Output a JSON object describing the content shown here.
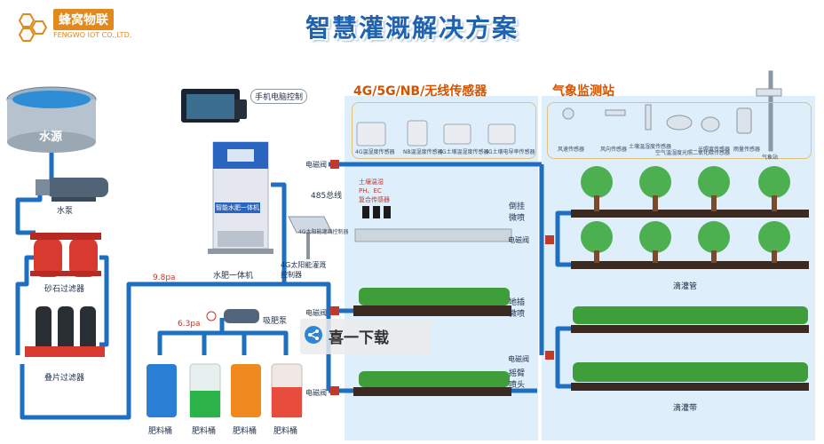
{
  "title": "智慧灌溉解决方案",
  "logo": {
    "cn": "蜂窝物联",
    "en": "FENGWO IOT CO.,LTD."
  },
  "left": {
    "water_source": "水源",
    "pump": "水泵",
    "sand_filter": "砂石过滤器",
    "disc_filter": "叠片过滤器",
    "pressure_main": "9.8pa",
    "pressure_sub": "6.3pa",
    "suction_pump": "吸肥泵",
    "tanks": [
      "肥料桶",
      "肥料桶",
      "肥料桶",
      "肥料桶"
    ],
    "machine_label": "智能水肥一体机",
    "machine_caption": "水肥一体机",
    "phone_pc": "手机电脑控制",
    "rs485": "485总线",
    "solar": "4G太阳能灌溉\n控制器",
    "solar_small": "4G太阳能灌溉控制器"
  },
  "sensors": {
    "title": "4G/5G/NB/无线传感器",
    "items": [
      "4G温湿度传感器",
      "NB温湿度传感器",
      "4G土壤温湿度传感器",
      "4G土壤电导率传感器"
    ],
    "soil_label": "土壤温湿\nPH、EC\n复合传感器"
  },
  "weather": {
    "title": "气象监测站",
    "items": [
      "风速传感器",
      "风向传感器",
      "土壤温湿度传感器",
      "空气温湿度光照二氧化碳传感器",
      "光照度传感器",
      "雨量传感器",
      "气象站"
    ]
  },
  "valves": {
    "label": "电磁阀"
  },
  "zones": {
    "hanging": "倒挂\n微喷",
    "ground": "地插\n微喷",
    "rocker": "摇臂\n喷头",
    "drip_pipe": "滴灌管",
    "drip_tape": "滴灌带"
  },
  "watermark": "喜一下载",
  "colors": {
    "pipe": "#1e6fbf",
    "title": "#1e62b0",
    "accent": "#d35400",
    "panel": "#dfeefb"
  }
}
